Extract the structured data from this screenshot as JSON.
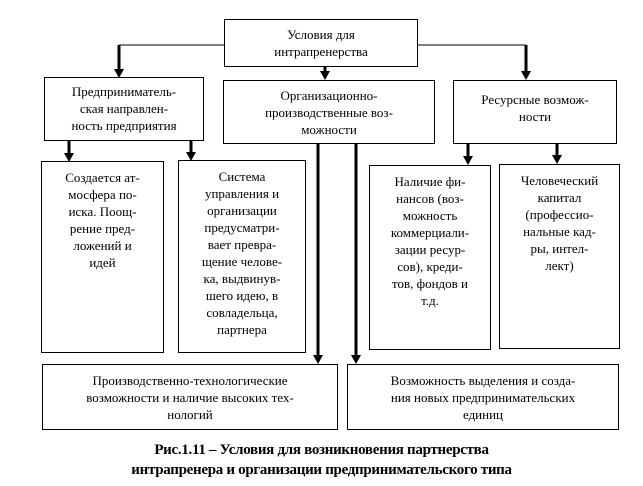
{
  "root": {
    "text": "Условия для\nинтрапренерства"
  },
  "level1": [
    {
      "text": "Предприниматель-\nская направлен-\nность предприятия"
    },
    {
      "text": "Организационно-\nпроизводственные воз-\nможности"
    },
    {
      "text": "Ресурсные возмож-\nности"
    }
  ],
  "level2": [
    {
      "text": "Создается ат-\nмосфера по-\nиска. Поощ-\nрение пред-\nложений и\nидей"
    },
    {
      "text": "Система\nуправления и\nорганизации\nпредусматри-\nвает превра-\nщение челове-\nка, выдвинув-\nшего идею, в\nсовладельца,\nпартнера"
    },
    {
      "text": "Наличие  фи-\nнансов (воз-\nможность\nкоммерциали-\nзации ресур-\nсов), креди-\nтов, фондов и\nт.д."
    },
    {
      "text": "Человеческий\nкапитал\n(профессио-\nнальные кад-\nры, интел-\nлект)"
    }
  ],
  "bottom": [
    {
      "text": "Производственно-технологические\nвозможности и наличие высоких тех-\nнологий"
    },
    {
      "text": "Возможность выделения и созда-\nния новых предпринимательских\nединиц"
    }
  ],
  "caption": "Рис.1.11 – Условия  для возникновения партнерства\nинтрапренера и организации предпринимательского типа"
}
